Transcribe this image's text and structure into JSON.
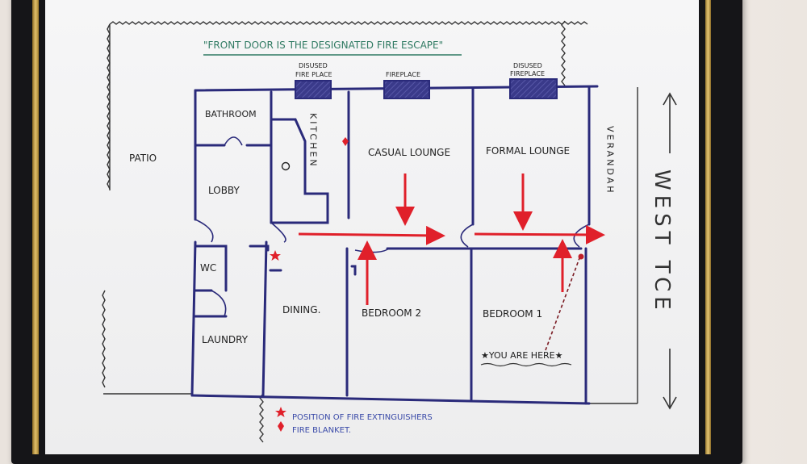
{
  "title": "\"FRONT DOOR IS THE DESIGNATED FIRE ESCAPE\"",
  "rooms": {
    "bathroom": "BATHROOM",
    "kitchen": "KITCHEN",
    "casual_lounge": "CASUAL LOUNGE",
    "formal_lounge": "FORMAL LOUNGE",
    "verandah": "VERANDAH",
    "patio": "PATIO",
    "lobby": "LOBBY",
    "wc": "WC",
    "laundry": "LAUNDRY",
    "dining": "DINING.",
    "bedroom2": "BEDROOM 2",
    "bedroom1": "BEDROOM 1"
  },
  "fireplaces": {
    "left_line1": "DISUSED",
    "left_line2": "FIRE PLACE",
    "middle": "FIREPLACE",
    "right_line1": "DISUSED",
    "right_line2": "FIREPLACE"
  },
  "street": "WEST TCE",
  "you_are_here": "★YOU ARE HERE★",
  "legend": {
    "extinguisher": "POSITION OF FIRE EXTINGUISHERS",
    "blanket": "FIRE BLANKET."
  },
  "colors": {
    "wall": "#2a2a7a",
    "arrow": "#e0202a",
    "legend_text": "#3a4aa8",
    "title_text": "#2f7a62",
    "fireplace_fill": "#3a3a8a"
  },
  "icons": {
    "extinguisher": "red-star",
    "blanket": "red-diamond"
  }
}
